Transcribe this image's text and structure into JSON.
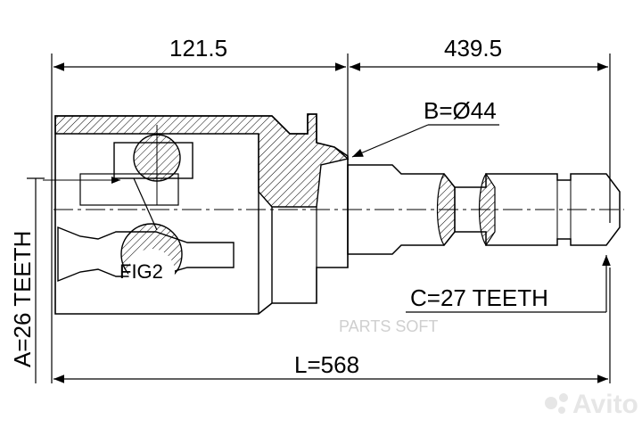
{
  "dimensions": {
    "inner_length": "121.5",
    "shaft_length": "439.5",
    "total_length": "L=568"
  },
  "callouts": {
    "b_diameter": "B=Ø44",
    "a_teeth": "A=26 TEETH",
    "c_teeth": "C=27 TEETH",
    "detail_ref": "FIG2"
  },
  "watermarks": {
    "seller": "PARTS SOFT",
    "logo": "Avito"
  },
  "colors": {
    "line": "#000000",
    "hatch": "#000000",
    "watermark": "#cfcfcf"
  }
}
